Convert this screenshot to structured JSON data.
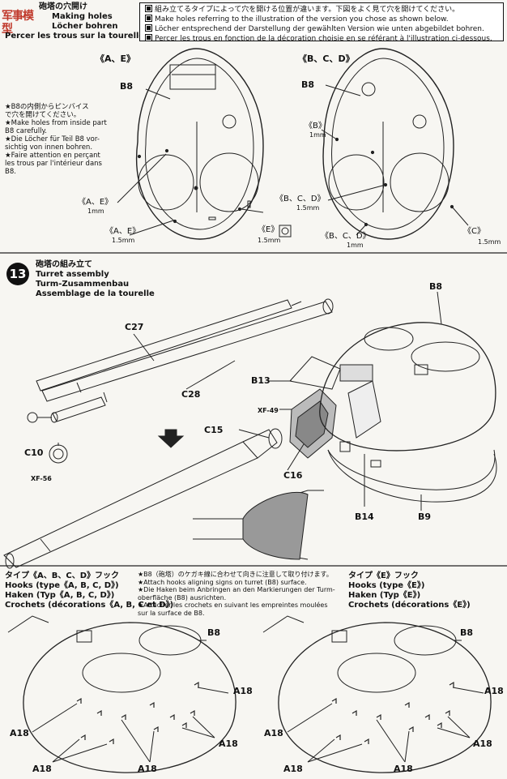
{
  "watermark": "军事模型",
  "section12": {
    "title_jp": "砲塔の穴開け",
    "title_en": "Making holes",
    "title_de": "Löcher bohren",
    "title_fr": "Percer les trous sur la tourelle"
  },
  "notes_box": {
    "jp": "組み立てるタイプによって穴を開ける位置が違います。下図をよく見て穴を開けてください。",
    "en": "Make holes referring to the illustration of the version you chose as shown below.",
    "de": "Löcher entsprechend der Darstellung der gewählten Version wie unten abgebildet bohren.",
    "fr": "Percer les trous en fonction de la décoration choisie en se référant à l'illustration ci-dessous."
  },
  "left_note": {
    "jp1": "★B8の内側からピンバイス",
    "jp2": "で穴を開けてください。",
    "en1": "★Make holes from inside part",
    "en2": "B8 carefully.",
    "de1": "★Die Löcher für Teil B8 vor-",
    "de2": "sichtig von innen bohren.",
    "fr1": "★Faire attention en perçant",
    "fr2": "les trous par l'intérieur dans",
    "fr3": "B8."
  },
  "diagram_left": {
    "version": "《A、E》",
    "part": "B8",
    "callout1": "《A、E》",
    "callout1_size": "1mm",
    "callout2": "《A、E》",
    "callout2_size": "1.5mm",
    "callout3": "《E》",
    "callout3_size": "1.5mm"
  },
  "diagram_right": {
    "version": "《B、C、D》",
    "part": "B8",
    "callout1": "《B》",
    "callout1_size": "1mm",
    "callout2": "《B、C、D》",
    "callout2_size": "1.5mm",
    "callout3": "《B、C、D》",
    "callout3_size": "1mm",
    "callout4": "《C》",
    "callout4_size": "1.5mm"
  },
  "section13": {
    "number": "13",
    "title_jp": "砲塔の組み立て",
    "title_en": "Turret assembly",
    "title_de": "Turm-Zusammenbau",
    "title_fr": "Assemblage de la tourelle",
    "parts": {
      "b8": "B8",
      "c27": "C27",
      "c28": "C28",
      "b13": "B13",
      "xf49": "XF-49",
      "c15": "C15",
      "c16": "C16",
      "c10": "C10",
      "xf56": "XF-56",
      "b14": "B14",
      "b9": "B9"
    }
  },
  "hooks_left": {
    "jp": "タイプ《A、B、C、D》フック",
    "en": "Hooks (type《A, B, C, D》)",
    "de": "Haken (Typ《A, B, C, D》)",
    "fr": "Crochets (décorations《A, B, C et D》)",
    "part_b8": "B8",
    "part_a18": "A18"
  },
  "hooks_note": {
    "jp": "★B8（砲塔）のケガキ線に合わせて向きに注意して取り付けます。",
    "en": "★Attach hooks aligning signs on turret (B8) surface.",
    "de1": "★Die Haken beim Anbringen an den Markierungen der Turm-",
    "de2": "oberfläche (B8) ausrichten.",
    "fr1": "★Attacher les crochets en suivant les empreintes moulées",
    "fr2": "sur la surface de B8."
  },
  "hooks_right": {
    "jp": "タイプ《E》フック",
    "en": "Hooks (type《E》)",
    "de": "Haken (Typ《E》)",
    "fr": "Crochets (décorations《E》)",
    "part_b8": "B8",
    "part_a18": "A18"
  }
}
